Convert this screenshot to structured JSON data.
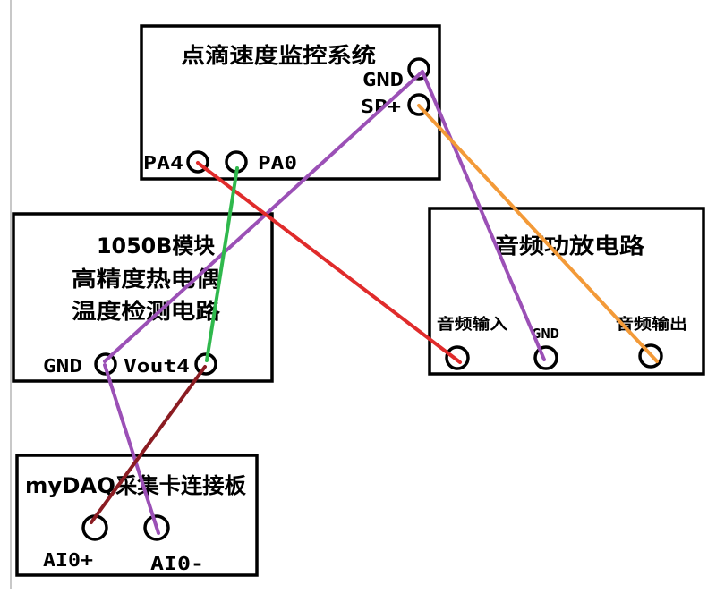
{
  "monitor_box": {
    "title": "点滴速度监控系统",
    "gnd_label": "GND",
    "sp_label": "SP+",
    "pa4_label": "PA4",
    "pa0_label": "PA0"
  },
  "thermo_box": {
    "line1": "1050B模块",
    "line2": "高精度热电偶",
    "line3": "温度检测电路",
    "gnd_label": "GND",
    "vout_label": "Vout4"
  },
  "audio_box": {
    "title": "音频功放电路",
    "input_label": "音频输入",
    "gnd_label": "GND",
    "output_label": "音频输出"
  },
  "daq_box": {
    "title": "myDAQ采集卡连接板",
    "aip_label": "AI0+",
    "aim_label": "AI0-"
  },
  "wire_colors": {
    "gnd_wire": "#9b50b6",
    "sp_wire": "#f39a38",
    "pa4_wire": "#e02b2b",
    "pa0_wire": "#2fb84c",
    "signal_wire": "#8b1c22"
  }
}
